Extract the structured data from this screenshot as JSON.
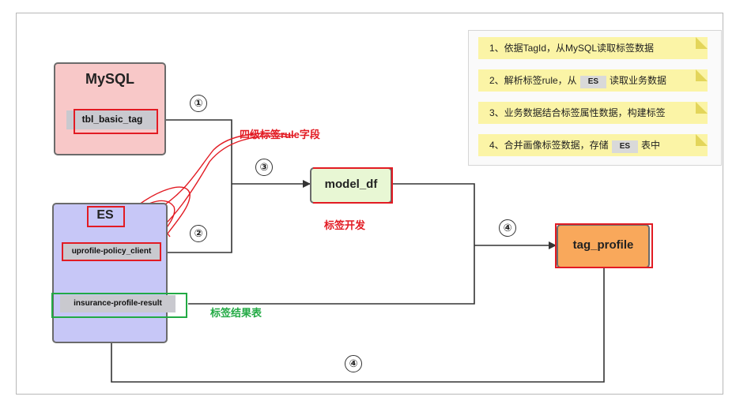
{
  "mysql": {
    "title": "MySQL",
    "table": "tbl_basic_tag"
  },
  "es": {
    "title": "ES",
    "item1": "uprofile-policy_client",
    "item2": "insurance-profile-result"
  },
  "model": {
    "label": "model_df"
  },
  "profile": {
    "label": "tag_profile"
  },
  "steps": {
    "s1": "①",
    "s2": "②",
    "s3": "③",
    "s4a": "④",
    "s4b": "④"
  },
  "annotations": {
    "rule_field": "四级标签rule字段",
    "tag_dev": "标签开发",
    "result_table": "标签结果表"
  },
  "notes": {
    "n1": "1、依据TagId，从MySQL读取标签数据",
    "n2_pre": "2、解析标签rule，从",
    "n2_tag": "ES",
    "n2_post": "读取业务数据",
    "n3": "3、业务数据结合标签属性数据，构建标签",
    "n4_pre": "4、合并画像标签数据，存储",
    "n4_tag": "ES",
    "n4_post": "表中"
  },
  "colors": {
    "mysql_fill": "#f8c8c8",
    "es_fill": "#c7c7f7",
    "model_fill": "#e8f7d4",
    "profile_fill": "#f9a85b",
    "note_fill": "#fbf4a6",
    "red": "#e21b23",
    "green": "#22aa44"
  }
}
